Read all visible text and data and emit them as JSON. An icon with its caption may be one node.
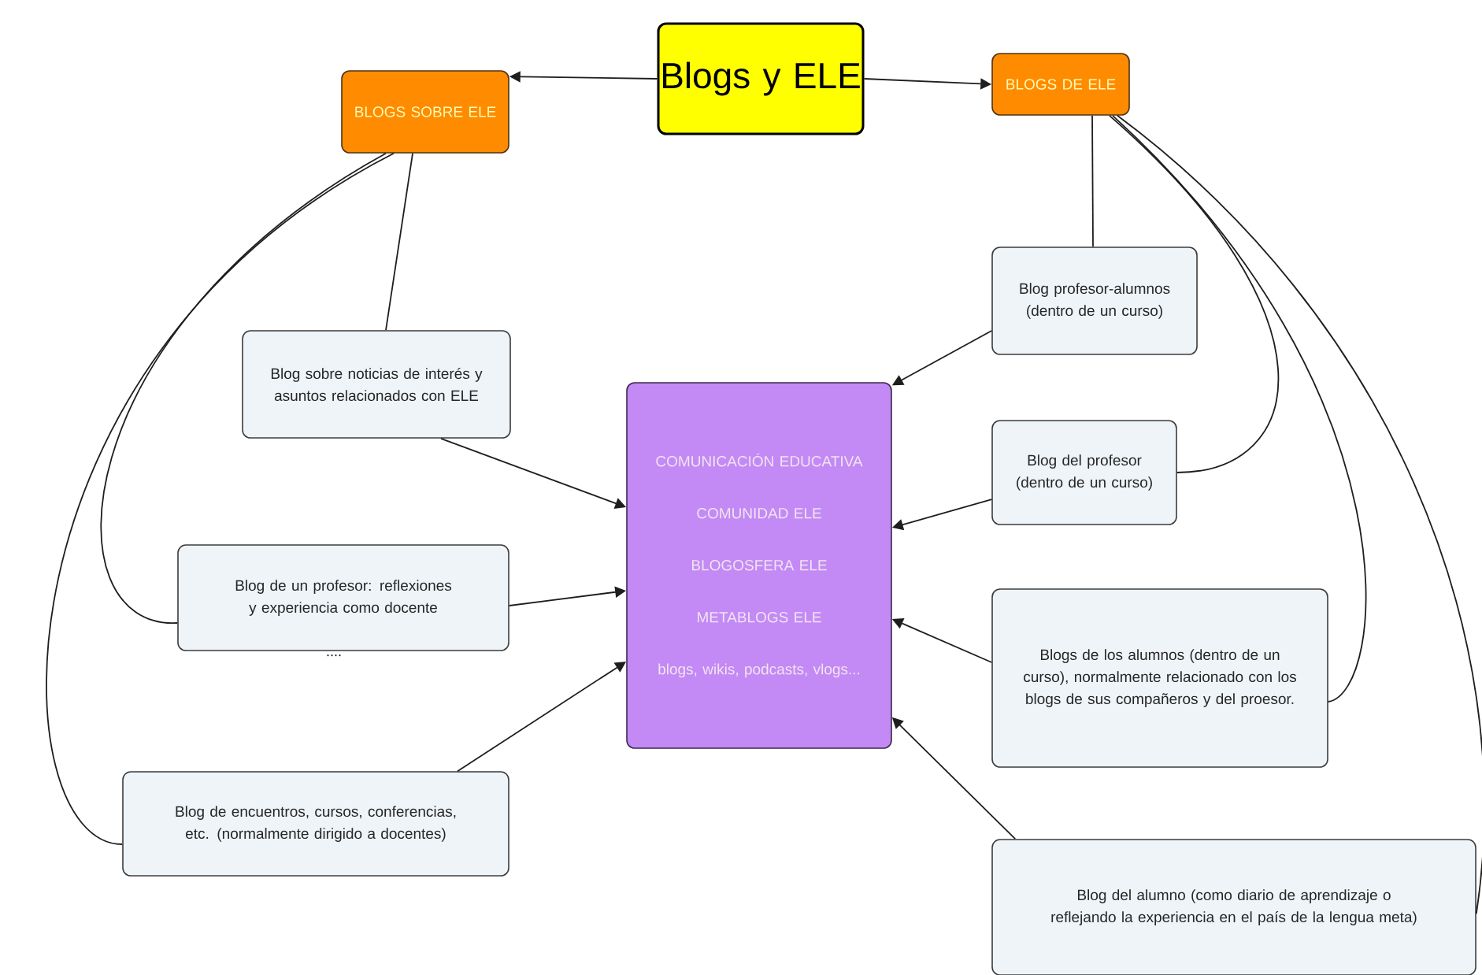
{
  "diagram": {
    "nodes": [
      {
        "text": [
          "Blogs y ELE"
        ]
      },
      {
        "text": [
          "BLOGS SOBRE ELE"
        ]
      },
      {
        "text": [
          "BLOGS DE ELE"
        ]
      },
      {
        "text": [
          "Blog sobre noticias de interés y asuntos relacionados con ELE"
        ]
      },
      {
        "text": [
          "Blog de un profesor: reflexiones y experiencia como docente"
        ],
        "beside": [
          "...."
        ]
      },
      {
        "text": [
          "Blog de encuentros, cursos, conferencias, etc. (normalmente dirigido a docentes)"
        ]
      },
      {
        "text": [
          "COMUNICACIÓN EDUCATIVA",
          "COMUNIDAD ELE",
          "BLOGOSFERA ELE",
          "METABLOGS ELE",
          "blogs, wikis, podcasts, vlogs..."
        ]
      },
      {
        "text": [
          "Blog profesor-alumnos (dentro de un curso)"
        ]
      },
      {
        "text": [
          "Blog del profesor (dentro de un curso)"
        ]
      },
      {
        "text": [
          "Blogs de los alumnos (dentro de un curso), normalmente relacionado con los blogs de sus compañeros y del proesor."
        ]
      },
      {
        "text": [
          "Blog del alumno (como diario de aprendizaje o reflejando la experiencia en el país de la lengua meta)"
        ]
      }
    ],
    "edges": [
      {
        "from": 0,
        "to": 1,
        "arrow": "to"
      },
      {
        "from": 0,
        "to": 2,
        "arrow": "to"
      },
      {
        "from": 1,
        "to": 3,
        "arrow": "none"
      },
      {
        "from": 1,
        "to": 4,
        "arrow": "none"
      },
      {
        "from": 1,
        "to": 5,
        "arrow": "none"
      },
      {
        "from": 3,
        "to": 6,
        "arrow": "to"
      },
      {
        "from": 4,
        "to": 6,
        "arrow": "to"
      },
      {
        "from": 5,
        "to": 6,
        "arrow": "to"
      },
      {
        "from": 2,
        "to": 7,
        "arrow": "none"
      },
      {
        "from": 2,
        "to": 8,
        "arrow": "none"
      },
      {
        "from": 2,
        "to": 9,
        "arrow": "none"
      },
      {
        "from": 2,
        "to": 10,
        "arrow": "none"
      },
      {
        "from": 7,
        "to": 6,
        "arrow": "to"
      },
      {
        "from": 8,
        "to": 6,
        "arrow": "to"
      },
      {
        "from": 9,
        "to": 6,
        "arrow": "to"
      },
      {
        "from": 10,
        "to": 6,
        "arrow": "to"
      }
    ]
  }
}
